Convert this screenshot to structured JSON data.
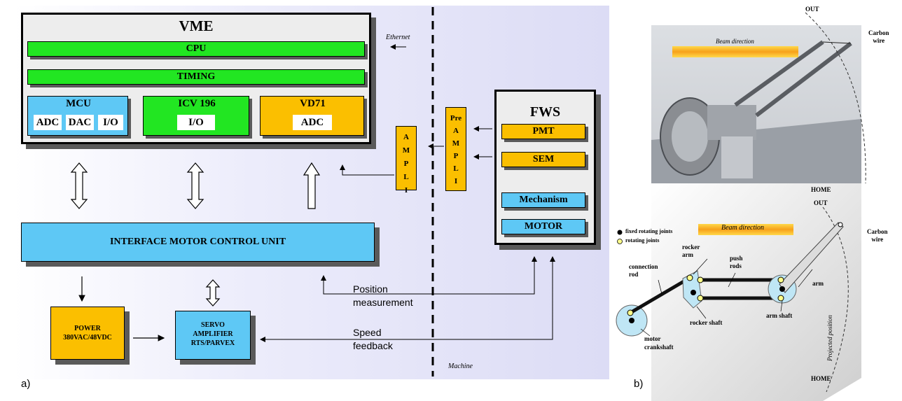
{
  "panel_a": {
    "label": "a)",
    "vme": {
      "title": "VME",
      "cpu": "CPU",
      "timing": "TIMING"
    },
    "mcu": {
      "title": "MCU",
      "adc": "ADC",
      "dac": "DAC",
      "io": "I/O"
    },
    "icv": {
      "title": "ICV 196",
      "io": "I/O"
    },
    "vd71": {
      "title": "VD71",
      "adc": "ADC"
    },
    "ethernet": "Ethernet",
    "machine": "Machine",
    "ampli_letters": [
      "A",
      "M",
      "P",
      "L",
      "I"
    ],
    "preampli_letters": [
      "Pre",
      "A",
      "M",
      "P",
      "L",
      "I"
    ],
    "fws": {
      "title": "FWS",
      "pmt": "PMT",
      "sem": "SEM",
      "mechanism": "Mechanism",
      "motor": "MOTOR"
    },
    "imcu": "INTERFACE MOTOR CONTROL UNIT",
    "power": {
      "line1": "POWER",
      "line2": "380VAC/48VDC"
    },
    "servo": {
      "line1": "SERVO",
      "line2": "AMPLIFIER",
      "line3": "RTS/PARVEX"
    },
    "position": {
      "line1": "Position",
      "line2": "measurement"
    },
    "speed": {
      "line1": "Speed",
      "line2": "feedback"
    },
    "colors": {
      "green": "#22e622",
      "blue": "#5ec8f5",
      "orange": "#fbbf00"
    }
  },
  "panel_b": {
    "label": "b)",
    "out_top": "OUT",
    "carbon_wire_top": {
      "line1": "Carbon",
      "line2": "wire"
    },
    "beam_direction_top": "Beam direction",
    "home_mid": "HOME",
    "out_mid": "OUT",
    "beam_direction_bottom": "Beam direction",
    "legend": {
      "fixed": "fixed rotating joints",
      "rotating": "rotating joints"
    },
    "carbon_wire_bottom": {
      "line1": "Carbon",
      "line2": "wire"
    },
    "rocker_arm": {
      "line1": "rocker",
      "line2": "arm"
    },
    "push_rods": {
      "line1": "push",
      "line2": "rods"
    },
    "connection_rod": {
      "line1": "connection",
      "line2": "rod"
    },
    "arm": "arm",
    "rocker_shaft": "rocker shaft",
    "arm_shaft": "arm shaft",
    "motor_crankshaft": {
      "line1": "motor",
      "line2": "crankshaft"
    },
    "projected_position": "Projected position",
    "home_bottom": "HOME"
  }
}
